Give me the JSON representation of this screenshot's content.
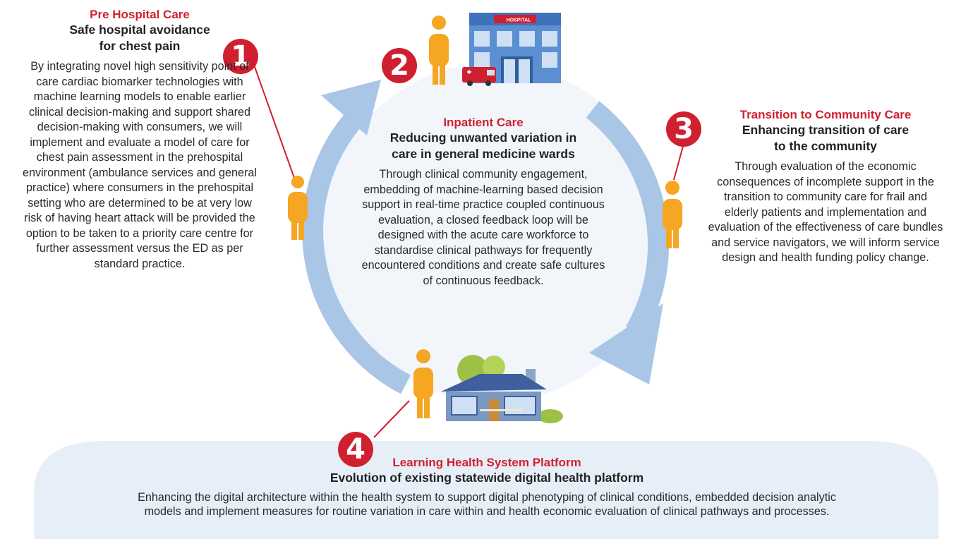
{
  "steps": [
    {
      "number": "1",
      "category": "Pre Hospital Care",
      "title_line1": "Safe hospital avoidance",
      "title_line2": "for chest pain",
      "body": "By integrating novel high sensitivity point of care cardiac biomarker technologies with machine learning models to enable earlier clinical decision-making and support shared decision-making with consumers, we will implement and evaluate a model of care for chest pain assessment in the prehospital environment (ambulance services and general practice) where consumers in the prehospital setting who are determined to be at very low risk of having heart attack will be provided the option to be taken to a priority care centre for further assessment versus the ED as per standard practice."
    },
    {
      "number": "2",
      "category": "Inpatient Care",
      "title_line1": "Reducing unwanted variation in",
      "title_line2": "care in general medicine wards",
      "body": "Through clinical community engagement, embedding of machine-learning based decision support in real-time practice coupled continuous evaluation, a closed feedback loop will be designed with the acute care workforce to standardise clinical pathways for frequently encountered conditions and create safe cultures of continuous feedback."
    },
    {
      "number": "3",
      "category": "Transition to Community Care",
      "title_line1": "Enhancing transition of care",
      "title_line2": "to the community",
      "body": "Through evaluation of the economic consequences of incomplete support in the transition to community care for frail and elderly patients and implementation and evaluation of the effectiveness of care bundles and service navigators, we will inform service design and health funding policy change."
    },
    {
      "number": "4",
      "category": "Learning Health System Platform",
      "title_line1": "Evolution of existing statewide digital health platform",
      "body": "Enhancing the digital architecture within the health system to support digital phenotyping of clinical conditions, embedded decision analytic models and implement measures for routine variation in care within and health economic evaluation of clinical pathways and processes."
    }
  ],
  "hospital_sign": "HOSPITAL",
  "colors": {
    "accent_red": "#d0202f",
    "arrow_blue": "#a9c6e6",
    "platform_bg": "#e6eef8",
    "person_orange": "#f5a623"
  }
}
